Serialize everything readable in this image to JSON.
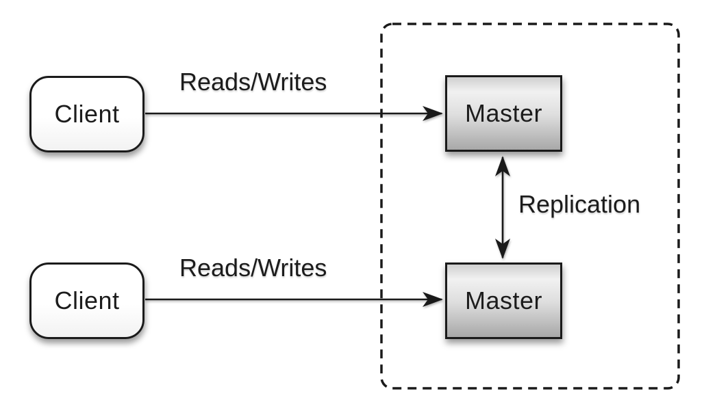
{
  "diagram": {
    "kind": "architecture-diagram",
    "nodes": {
      "client_top": {
        "label": "Client"
      },
      "client_bottom": {
        "label": "Client"
      },
      "master_top": {
        "label": "Master"
      },
      "master_bottom": {
        "label": "Master"
      }
    },
    "edges": {
      "reads_writes_top": {
        "label": "Reads/Writes",
        "from": "client_top",
        "to": "master_top",
        "direction": "one-way"
      },
      "reads_writes_bottom": {
        "label": "Reads/Writes",
        "from": "client_bottom",
        "to": "master_bottom",
        "direction": "one-way"
      },
      "replication": {
        "label": "Replication",
        "from": "master_top",
        "to": "master_bottom",
        "direction": "two-way"
      }
    },
    "boundary": {
      "style": "dashed-rounded-rectangle",
      "contains": [
        "master_top",
        "master_bottom"
      ]
    },
    "colors": {
      "stroke": "#1a1a1a",
      "background": "#ffffff",
      "text": "#1c1c1c",
      "master_gradient_top": "#cfcfcf",
      "master_gradient_light": "#f1f1f1",
      "master_gradient_mid": "#dedede",
      "master_gradient_bottom": "#a8a8a8",
      "client_fill": "#ffffff"
    }
  }
}
